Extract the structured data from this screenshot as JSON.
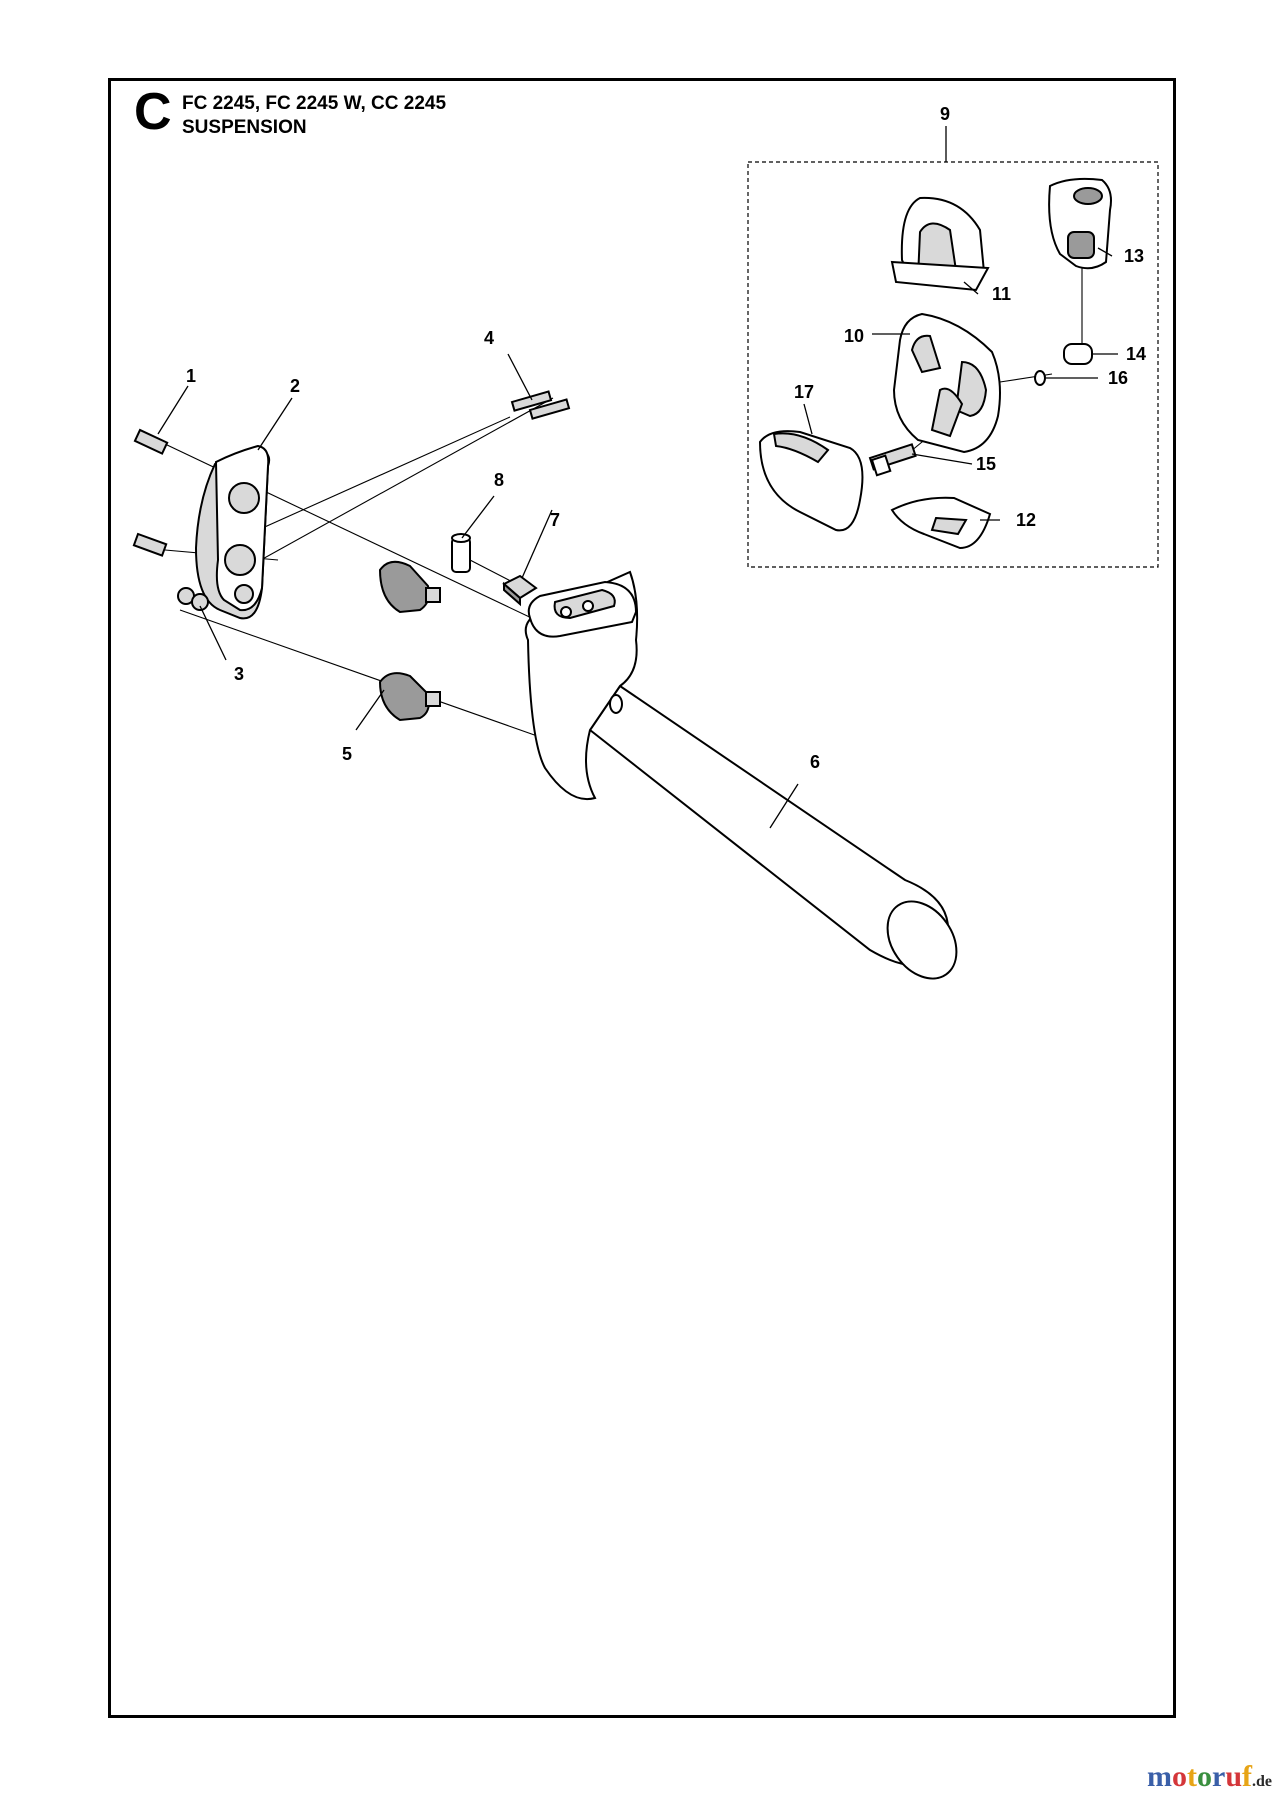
{
  "header": {
    "section_letter": "C",
    "models": "FC 2245, FC 2245 W, CC 2245",
    "section_name": "SUSPENSION"
  },
  "callouts": [
    "1",
    "2",
    "3",
    "4",
    "5",
    "6",
    "7",
    "8",
    "9",
    "10",
    "11",
    "12",
    "13",
    "14",
    "15",
    "16",
    "17"
  ],
  "watermark": {
    "letters": [
      {
        "char": "m",
        "color": "#3a5fa8"
      },
      {
        "char": "o",
        "color": "#d4363a"
      },
      {
        "char": "t",
        "color": "#e7a416"
      },
      {
        "char": "o",
        "color": "#3a8f3f"
      },
      {
        "char": "r",
        "color": "#3a5fa8"
      },
      {
        "char": "u",
        "color": "#d4363a"
      },
      {
        "char": "f",
        "color": "#e7a416"
      }
    ],
    "suffix": ".de"
  }
}
